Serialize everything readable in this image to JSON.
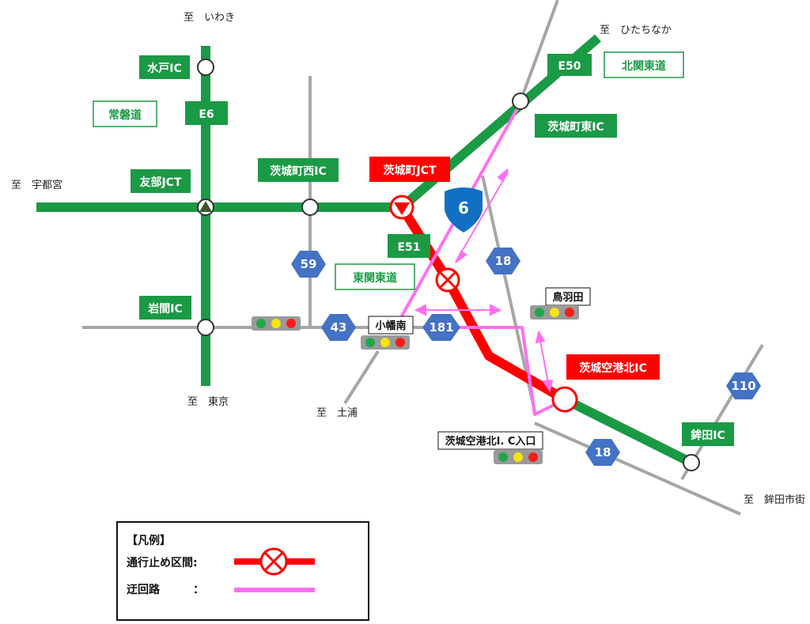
{
  "directions": {
    "iwaki": "至　いわき",
    "hitachinaka": "至　ひたちなか",
    "utsunomiya": "至　宇都宮",
    "tokyo": "至　東京",
    "tsuchiura": "至　土浦",
    "hokota_city": "至　鉾田市街"
  },
  "interchanges": {
    "mito_ic": "水戸IC",
    "tomobe_jct": "友部JCT",
    "iwama_ic": "岩間IC",
    "ibaraki_nishi_ic": "茨城町西IC",
    "ibaraki_jct": "茨城町JCT",
    "ibaraki_higashi_ic": "茨城町東IC",
    "airport_kita_ic": "茨城空港北IC",
    "hokota_ic": "鉾田IC"
  },
  "expressways": {
    "joban": "常磐道",
    "kitakanto": "北関東道",
    "higashikanto": "東関東道",
    "e6": "E6",
    "e50": "E50",
    "e51": "E51"
  },
  "routes": {
    "r6": "6",
    "r59": "59",
    "r18a": "18",
    "r43": "43",
    "r181": "181",
    "r18b": "18",
    "r110": "110"
  },
  "intersections": {
    "obatake_minami": "小幡南",
    "toriba": "鳥羽田",
    "airport_entrance": "茨城空港北I. C入口"
  },
  "legend": {
    "title": "【凡例】",
    "closure_label": "通行止め区間:",
    "detour_label": "迂回路　　　："
  },
  "colors": {
    "expressway": "#1a9a44",
    "closure": "#ff0000",
    "detour": "#ff70f0",
    "road": "#a6a6a6",
    "route_sign": "#4472c4",
    "national_route_sign": "#1270c4"
  }
}
